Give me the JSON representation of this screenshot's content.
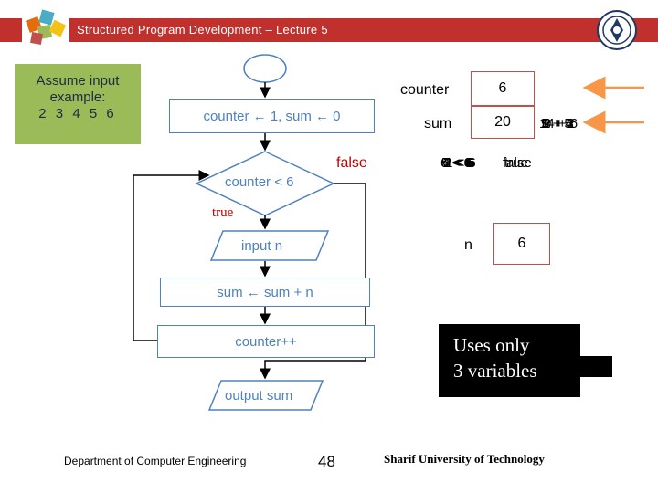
{
  "header": {
    "title": "Structured Program Development – Lecture 5"
  },
  "note": {
    "lines": [
      "Assume input",
      "example:",
      "2 3 4 5 6"
    ]
  },
  "flow": {
    "init": "counter ← 1, sum ← 0",
    "condition": "counter < 6",
    "false_label": "false",
    "true_label": "true",
    "input": "input n",
    "update_sum": "sum ← sum + n",
    "increment": "counter++",
    "output": "output sum"
  },
  "variables": {
    "counter_label": "counter",
    "counter_value": "6",
    "sum_label": "sum",
    "sum_value": "20",
    "n_label": "n",
    "n_value": "6"
  },
  "trace": {
    "status_text": "false",
    "overlap_comparisons": [
      "6 < 6",
      "5 < 6",
      "4 < 6",
      "3 < 6",
      "2 < 6",
      "1 < 6"
    ],
    "overlap_truth": [
      "true",
      "false"
    ],
    "overlap_sums": [
      "14 + 6",
      "9 + 5",
      "5 + 4",
      "2 + 3",
      "0 + 2"
    ]
  },
  "callout": {
    "lines": [
      "Uses only",
      "3 variables"
    ]
  },
  "footer": {
    "department": "Department of Computer Engineering",
    "page": "48",
    "university": "Sharif University of Technology"
  },
  "colors": {
    "header_bar": "#c0302c",
    "flow_border": "#4f81bd",
    "var_border": "#c0504d",
    "arrow": "#f79646",
    "note_bg": "#9bbb59"
  }
}
